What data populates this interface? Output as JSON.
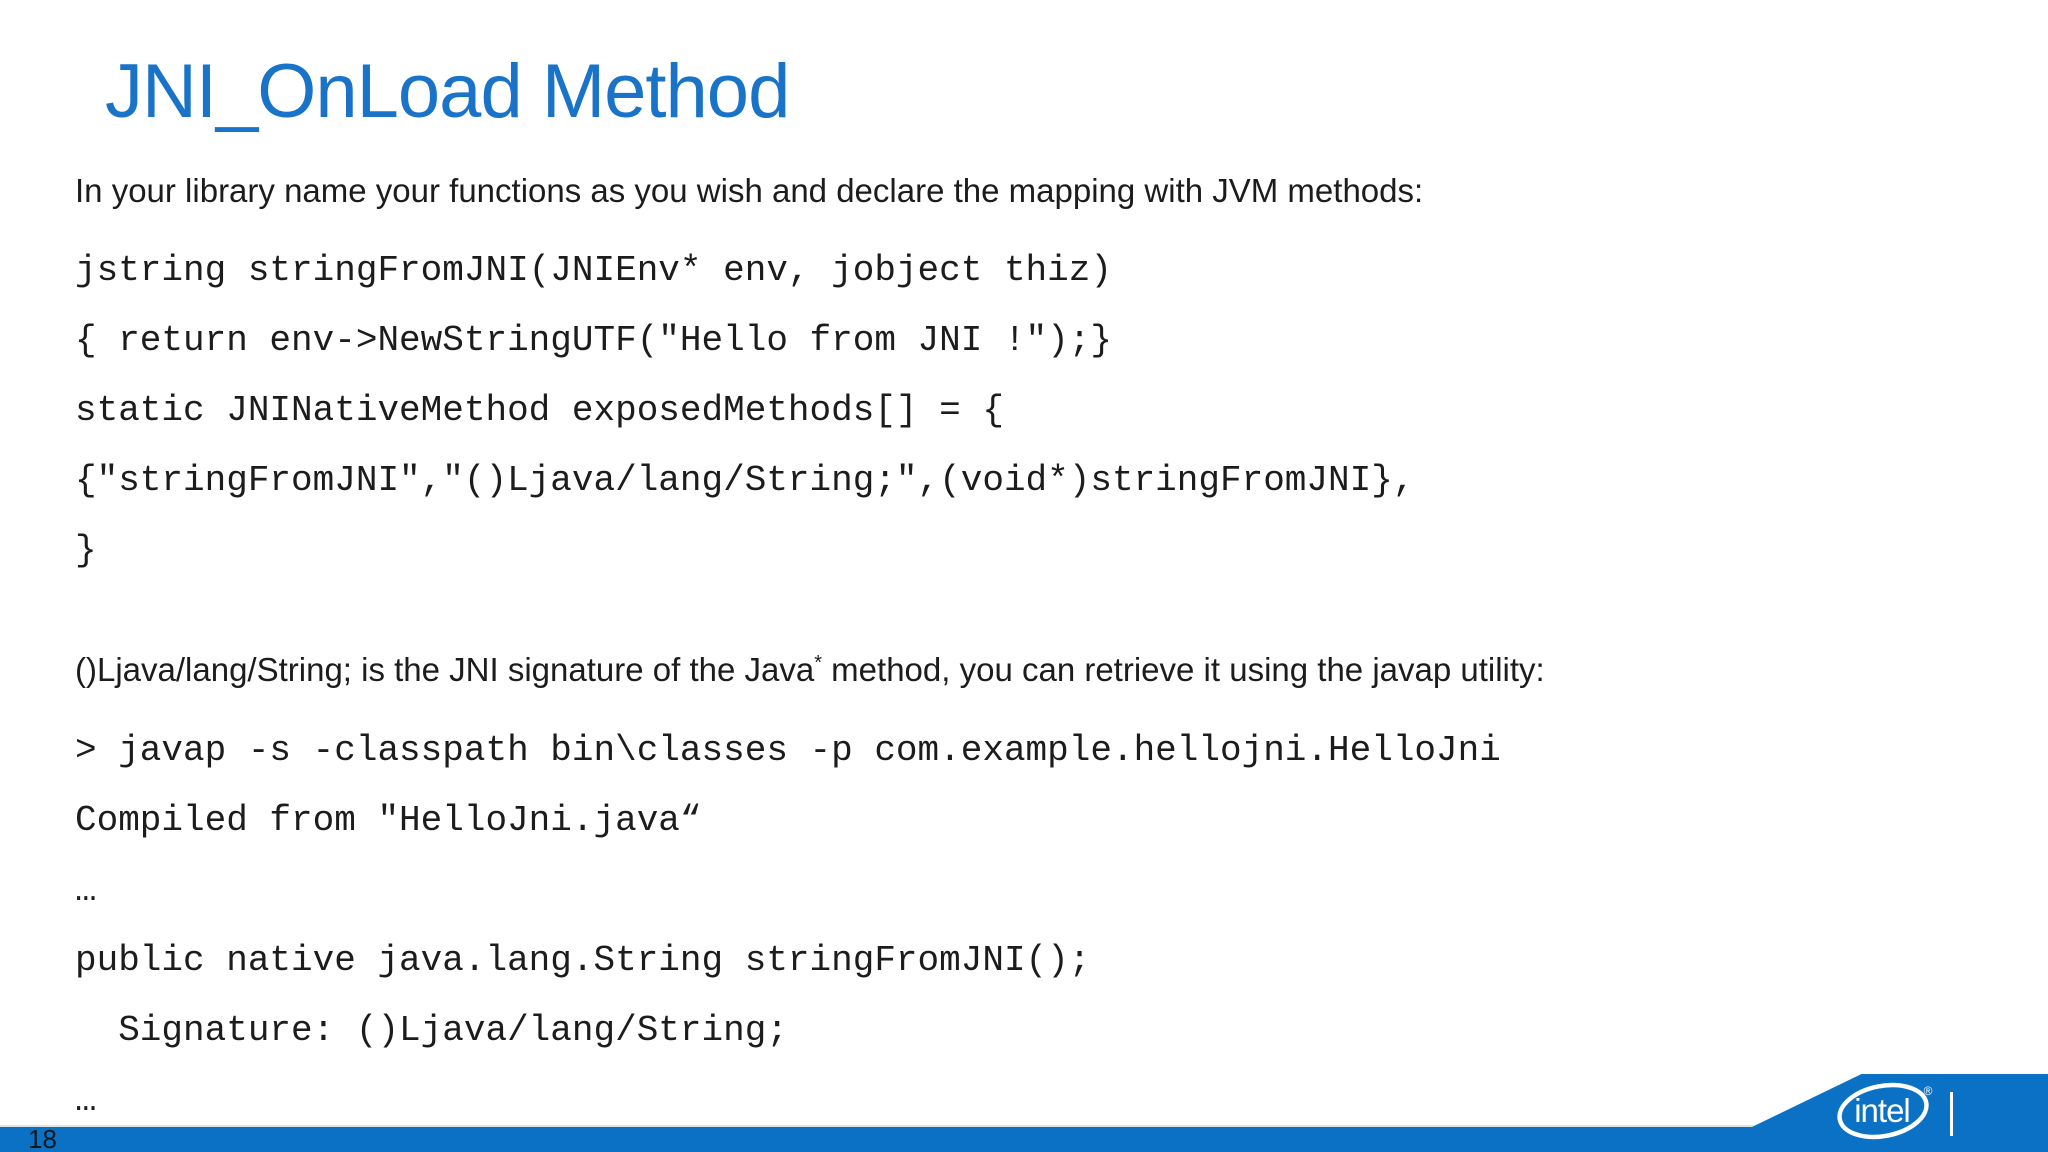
{
  "slide": {
    "title": "JNI_OnLoad Method",
    "intro": "In your library name your functions as you wish and declare the mapping with JVM methods:",
    "code_block_1": {
      "lines": [
        "jstring stringFromJNI(JNIEnv* env, jobject thiz)",
        "{ return env->NewStringUTF(\"Hello from JNI !\");}",
        "static JNINativeMethod exposedMethods[] = {",
        "{\"stringFromJNI\",\"()Ljava/lang/String;\",(void*)stringFromJNI},",
        "}"
      ]
    },
    "signature_paragraph": {
      "prefix": "()Ljava/lang/String; is the JNI signature of the Java",
      "superscript": "*",
      "suffix": " method, you can retrieve it using the javap utility:"
    },
    "code_block_2": {
      "lines": [
        "> javap -s -classpath bin\\classes -p com.example.hellojni.HelloJni",
        "Compiled from \"HelloJni.java“",
        "…",
        "public native java.lang.String stringFromJNI();",
        "  Signature: ()Ljava/lang/String;",
        "…"
      ]
    }
  },
  "footer": {
    "page_number": "18",
    "brand": "intel",
    "registered_mark": "®"
  },
  "colors": {
    "title_blue": "#1973c8",
    "footer_blue": "#0a71c5",
    "text": "#1c1c1c",
    "logo_white": "#ffffff"
  }
}
